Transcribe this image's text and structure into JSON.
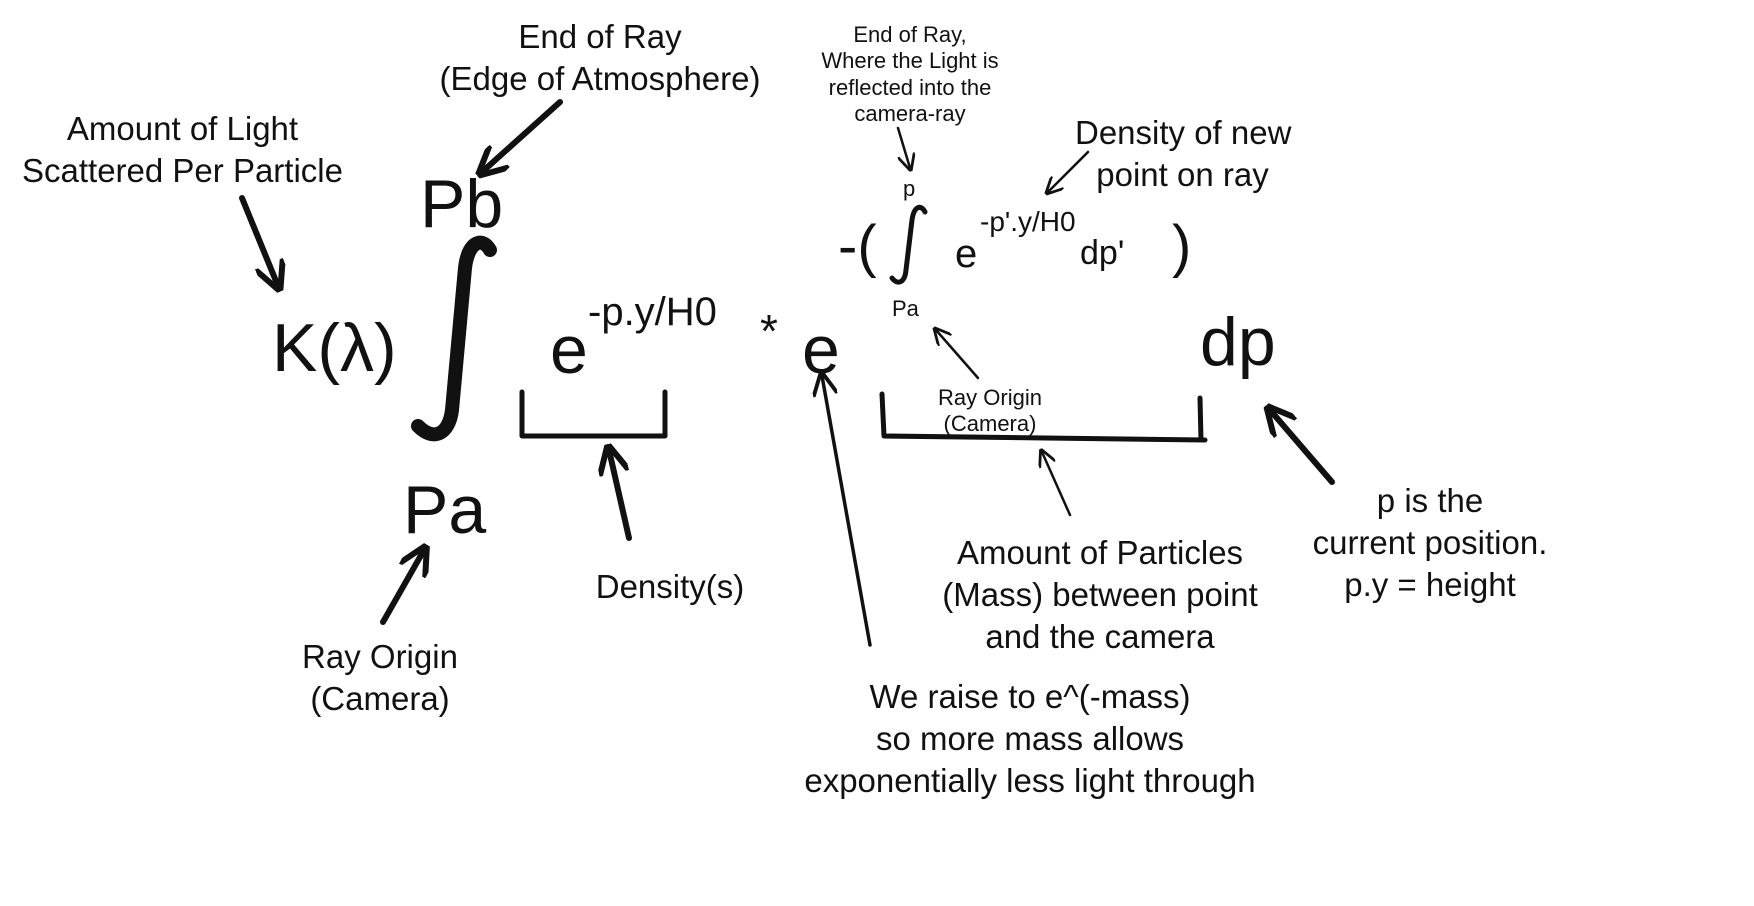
{
  "annotations": {
    "scatter": "Amount of Light\nScattered Per Particle",
    "ray_end": "End of Ray\n(Edge of Atmosphere)",
    "ray_origin": "Ray Origin\n(Camera)",
    "density": "Density(s)",
    "inner_end": "End of Ray,\nWhere the Light is\nreflected into the\ncamera-ray",
    "inner_density": "Density of new\npoint on ray",
    "inner_origin": "Ray Origin\n(Camera)",
    "mass": "Amount of Particles\n(Mass) between point\nand the camera",
    "position": "p is the\ncurrent position.\np.y = height",
    "exponent": "We raise to e^(-mass)\nso more mass allows\nexponentially less light through"
  },
  "formula": {
    "k": "K(λ)",
    "upper": "Pb",
    "lower": "Pa",
    "e1": "e",
    "e1_exp": "-p.y/H0",
    "mult": "*",
    "e2": "e",
    "dp": "dp",
    "inner": {
      "open": "-(",
      "upper": "p",
      "lower": "Pa",
      "e": "e",
      "exp": "-p'.y/H0",
      "dp": "dp'",
      "close": ")"
    }
  }
}
